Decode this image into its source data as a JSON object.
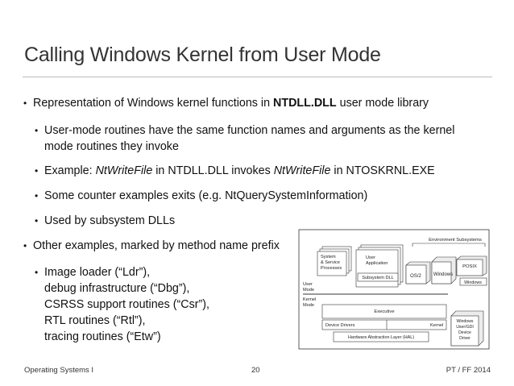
{
  "slide": {
    "title": "Calling Windows Kernel from User Mode",
    "bullets": {
      "b1_pre": "Representation of Windows kernel functions in ",
      "b1_bold": "NTDLL.DLL",
      "b1_post": " user mode library",
      "b1a_line1": "User-mode routines have the same function names and arguments as the kernel",
      "b1a_line2": "mode routines they invoke",
      "b1b_pre": "Example: ",
      "b1b_italic1": "NtWriteFile",
      "b1b_mid": " in NTDLL.DLL invokes ",
      "b1b_italic2": "NtWriteFile",
      "b1b_post": " in NTOSKRNL.EXE",
      "b1c": "Some counter examples exits (e.g. NtQuerySystemInformation)",
      "b1d": "Used by subsystem DLLs",
      "b2": "Other examples, marked by method name prefix",
      "b2a_lines": [
        "Image loader (“Ldr”),",
        "debug infrastructure (“Dbg”),",
        "CSRSS support routines (“Csr”),",
        "RTL routines (“Rtl”),",
        "tracing routines (“Etw”)"
      ]
    },
    "bullet_glyph": "•"
  },
  "diagram": {
    "env_subsystems": "Environment Subsystems",
    "system_service_processes": [
      "System",
      "& Service",
      "Processes"
    ],
    "user_application": [
      "User",
      "Application"
    ],
    "subsystem_dll": "Subsystem DLL",
    "os2": "OS/2",
    "windows_box": "Windows",
    "posix": "POSIX",
    "windows_small": "Windows",
    "user_mode": [
      "User",
      "Mode"
    ],
    "kernel_mode": [
      "Kernel",
      "Mode"
    ],
    "executive": "Executive",
    "device_drivers": "Device Drivers",
    "kernel": "Kernel",
    "hal": "Hardware Abstraction Layer (HAL)",
    "windows_gdi": [
      "Windows",
      "User/GDI",
      "Device",
      "Driver"
    ]
  },
  "footer": {
    "left": "Operating Systems I",
    "page": "20",
    "right": "PT / FF 2014"
  }
}
